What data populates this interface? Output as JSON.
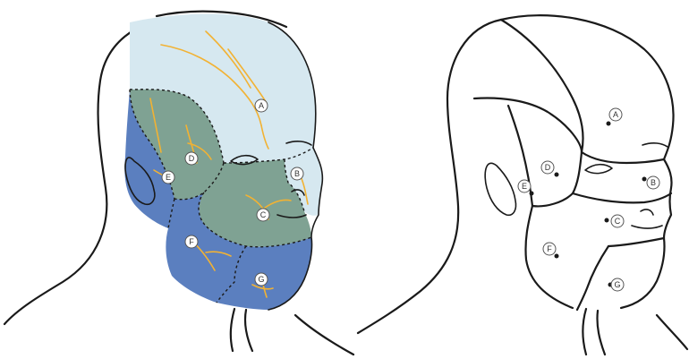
{
  "regions": {
    "A": {
      "label": "A",
      "color": "#d6e8f0"
    },
    "B": {
      "label": "B",
      "color": "#d6e8f0"
    },
    "C": {
      "label": "C",
      "color": "#7fa293"
    },
    "D": {
      "label": "D",
      "color": "#7fa293"
    },
    "E": {
      "label": "E",
      "color": "#5b7fbf"
    },
    "F": {
      "label": "F",
      "color": "#5b7fbf"
    },
    "G": {
      "label": "G",
      "color": "#5b7fbf"
    }
  },
  "colors": {
    "outline": "#1a1a1a",
    "nerve": "#f2b233"
  }
}
